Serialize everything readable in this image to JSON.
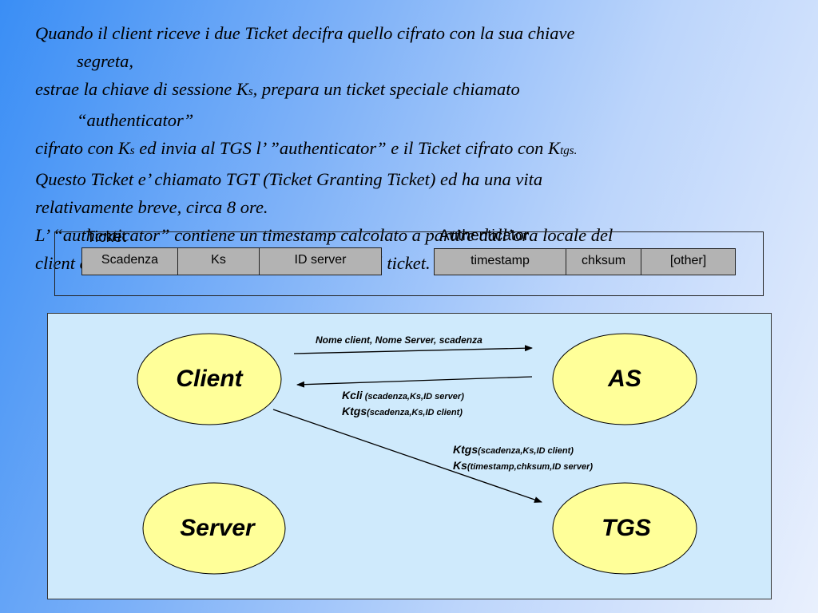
{
  "paragraph": {
    "l1": "Quando il client riceve i due Ticket decifra quello cifrato con la sua chiave",
    "l2": "segreta,",
    "l3_a": "estrae la chiave di sessione K",
    "l3_sub": "s",
    "l3_b": ", prepara un ticket speciale chiamato",
    "l4": "“authenticator”",
    "l5_a": "cifrato con K",
    "l5_sub": "s",
    "l5_b": " ed invia al TGS  l’ ”authenticator” e il Ticket cifrato con K",
    "l5_sub2": "tgs.",
    "l6": "Questo Ticket e’ chiamato TGT (Ticket Granting Ticket) ed ha una vita",
    "l7": "relativamente breve, circa 8 ore.",
    "l8": "L’ “authenticator” contiene un timestamp calcolato a partire dall’ora locale del",
    "l9": "client e dalle somme controllo dell‘ integrità del ticket."
  },
  "ticket": {
    "label": "Ticket",
    "fields": [
      "Scadenza",
      "Ks",
      "ID server"
    ]
  },
  "authenticator": {
    "label": "Authenticator",
    "fields": [
      "timestamp",
      "chksum",
      "[other]"
    ]
  },
  "nodes": {
    "client": "Client",
    "as": "AS",
    "server": "Server",
    "tgs": "TGS"
  },
  "messages": {
    "client_to_as": "Nome client, Nome Server, scadenza",
    "as_to_client": [
      {
        "key": "Kcli",
        "args": " (scadenza,Ks,ID server)"
      },
      {
        "key": "Ktgs",
        "args": "(scadenza,Ks,ID client)"
      }
    ],
    "client_to_tgs": [
      {
        "key": "Ktgs",
        "args": "(scadenza,Ks,ID client)"
      },
      {
        "key": "Ks",
        "args": "(timestamp,chksum,ID server)"
      }
    ]
  },
  "colors": {
    "node_fill": "#ffff99",
    "panel_fill": "#cfeafc",
    "field_fill": "#b3b3b3"
  }
}
